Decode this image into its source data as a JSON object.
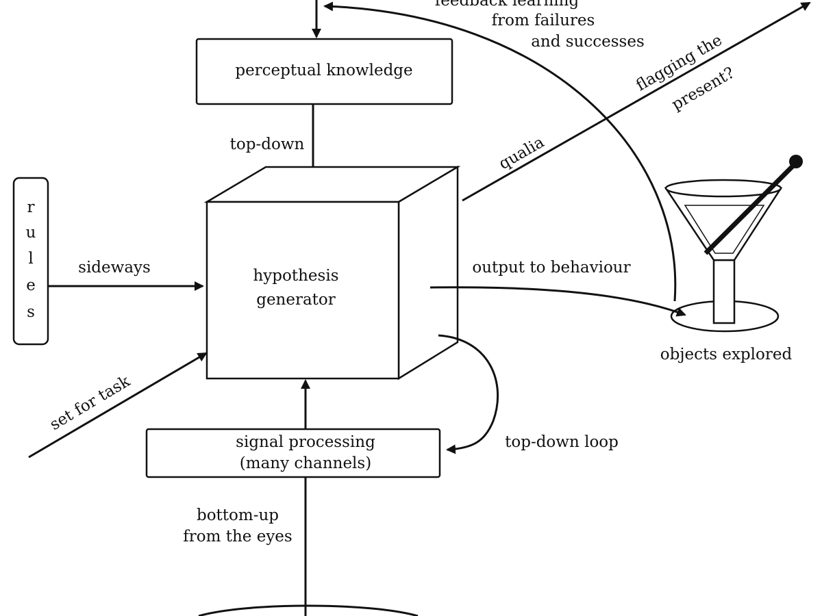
{
  "boxes": {
    "perceptual_knowledge": "perceptual knowledge",
    "hypothesis_line1": "hypothesis",
    "hypothesis_line2": "generator",
    "signal_line1": "signal processing",
    "signal_line2": "(many channels)",
    "rules_letters": [
      "r",
      "u",
      "l",
      "e",
      "s"
    ]
  },
  "arrow_labels": {
    "top_down": "top-down",
    "sideways": "sideways",
    "set_for_task": "set for task",
    "output_to_behaviour": "output to behaviour",
    "qualia": "qualia",
    "flagging_line1": "flagging the",
    "flagging_line2": "present?",
    "top_down_loop": "top-down loop",
    "bottom_up_line1": "bottom-up",
    "bottom_up_line2": "from the eyes",
    "feedback_line1": "feedback learning",
    "feedback_line2": "from failures",
    "feedback_line3": "and successes"
  },
  "objects": {
    "caption": "objects explored"
  },
  "colors": {
    "ink": "#111111",
    "background": "#ffffff"
  }
}
